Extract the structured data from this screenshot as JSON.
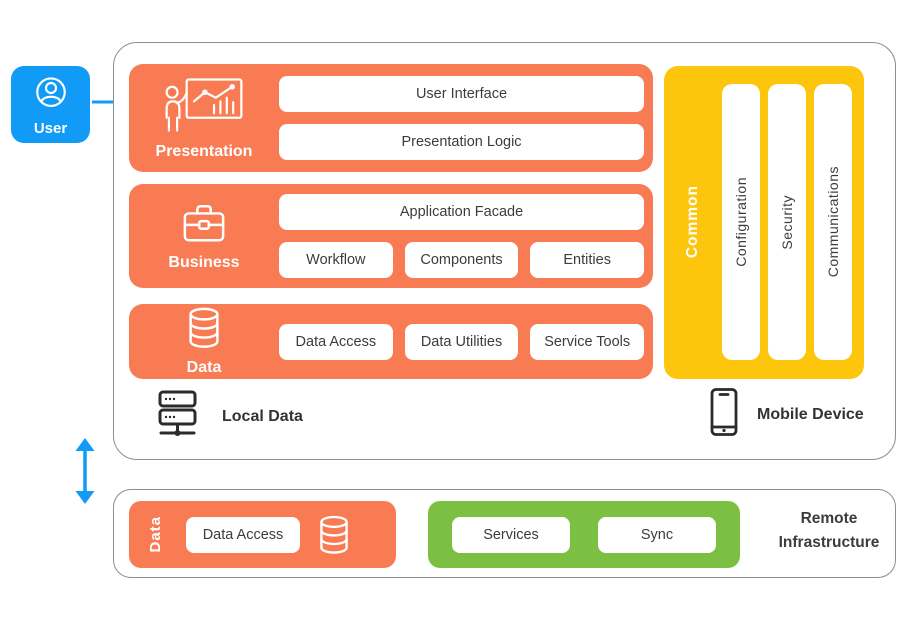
{
  "colors": {
    "blue": "#119BF7",
    "orange": "#F87B54",
    "yellow": "#FDC50B",
    "green": "#7CC043",
    "text_dark": "#3C3C3C",
    "panel_border": "#8E8E8E"
  },
  "user_box": {
    "label": "User",
    "icon": "user-icon"
  },
  "flow": {
    "user_to_app_icon": "arrow-right-icon",
    "app_to_remote_icon": "double-headed-vertical-arrow-icon"
  },
  "app_panel": {
    "presentation_layer": {
      "label": "Presentation",
      "icon": "presentation-chart-icon",
      "boxes": [
        "User Interface",
        "Presentation Logic"
      ]
    },
    "business_layer": {
      "label": "Business",
      "icon": "briefcase-icon",
      "facade_box": "Application Facade",
      "boxes": [
        "Workflow",
        "Components",
        "Entities"
      ]
    },
    "data_layer": {
      "label": "Data",
      "icon": "database-icon",
      "boxes": [
        "Data Access",
        "Data Utilities",
        "Service Tools"
      ]
    },
    "common_column": {
      "label": "Common",
      "items": [
        "Configuration",
        "Security",
        "Communications"
      ]
    },
    "local_data": {
      "label": "Local Data",
      "icon": "server-icon"
    },
    "mobile_device": {
      "label": "Mobile Device",
      "icon": "smartphone-icon"
    }
  },
  "remote_panel": {
    "data_group": {
      "label": "Data",
      "box": "Data Access",
      "icon": "database-icon"
    },
    "services_group": {
      "boxes": [
        "Services",
        "Sync"
      ]
    },
    "title_line1": "Remote",
    "title_line2": "Infrastructure"
  }
}
